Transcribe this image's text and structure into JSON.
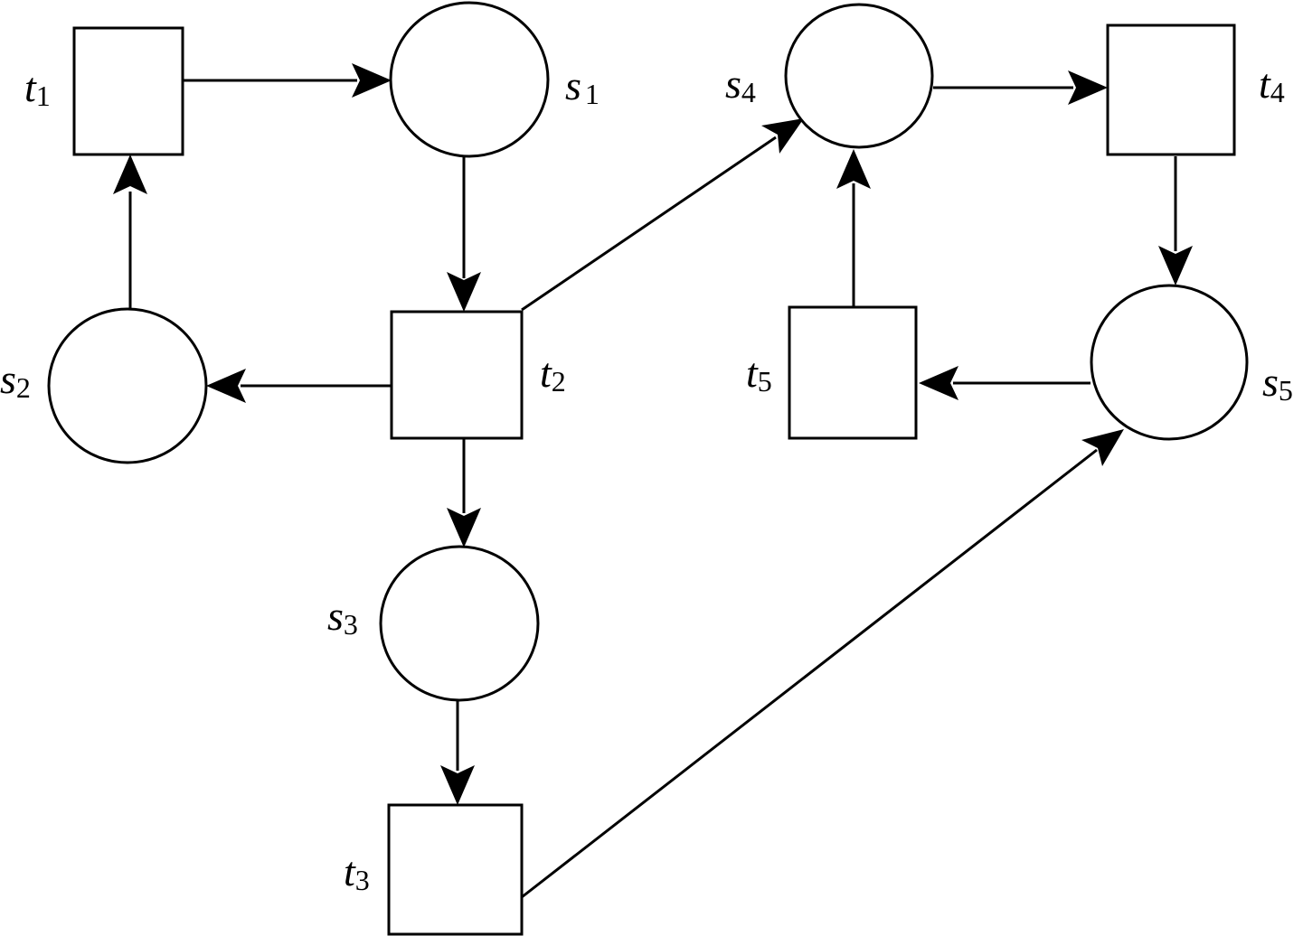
{
  "diagram": {
    "type": "petri-net",
    "places": [
      {
        "id": "s1",
        "letter": "s",
        "sub": "1"
      },
      {
        "id": "s2",
        "letter": "s",
        "sub": "2"
      },
      {
        "id": "s3",
        "letter": "s",
        "sub": "3"
      },
      {
        "id": "s4",
        "letter": "s",
        "sub": "4"
      },
      {
        "id": "s5",
        "letter": "s",
        "sub": "5"
      }
    ],
    "transitions": [
      {
        "id": "t1",
        "letter": "t",
        "sub": "1"
      },
      {
        "id": "t2",
        "letter": "t",
        "sub": "2"
      },
      {
        "id": "t3",
        "letter": "t",
        "sub": "3"
      },
      {
        "id": "t4",
        "letter": "t",
        "sub": "4"
      },
      {
        "id": "t5",
        "letter": "t",
        "sub": "5"
      }
    ],
    "arcs": [
      {
        "from": "t1",
        "to": "s1"
      },
      {
        "from": "s1",
        "to": "t2"
      },
      {
        "from": "t2",
        "to": "s2"
      },
      {
        "from": "s2",
        "to": "t1"
      },
      {
        "from": "t2",
        "to": "s3"
      },
      {
        "from": "t2",
        "to": "s4"
      },
      {
        "from": "s3",
        "to": "t3"
      },
      {
        "from": "t3",
        "to": "s5"
      },
      {
        "from": "s4",
        "to": "t4"
      },
      {
        "from": "t4",
        "to": "s5"
      },
      {
        "from": "s5",
        "to": "t5"
      },
      {
        "from": "t5",
        "to": "s4"
      }
    ]
  }
}
